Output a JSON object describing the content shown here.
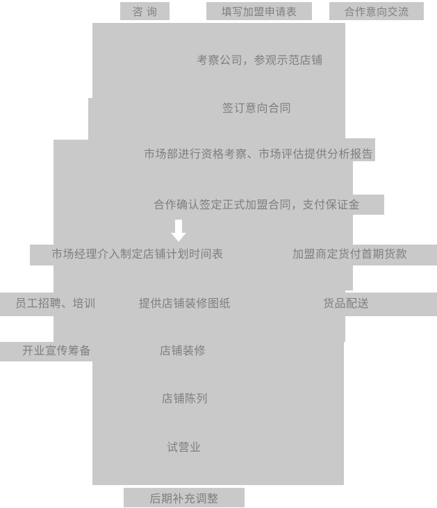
{
  "colors": {
    "block_gray": "#c9c9c9",
    "text_gray": "#7e7e7e",
    "arrow_white": "#ffffff"
  },
  "top_row": {
    "consult": "咨 询",
    "application_form": "填写加盟申请表",
    "intent_exchange": "合作意向交流"
  },
  "steps": {
    "inspect_company": "考察公司，参观示范店铺",
    "sign_intent_contract": "签订意向合同",
    "market_evaluation": "市场部进行资格考察、市场评估提供分析报告",
    "formal_contract_deposit": "合作确认签定正式加盟合同，支付保证金",
    "store_plan_schedule": "市场经理介入制定店铺计划时间表",
    "first_goods_payment": "加盟商定货付首期货款",
    "staff_recruit_training": "员工招聘、培训",
    "decoration_blueprint": "提供店铺装修图纸",
    "goods_delivery": "货品配送",
    "opening_publicity": "开业宣传筹备",
    "store_decoration": "店铺装修",
    "store_display": "店铺陈列",
    "trial_operation": "试营业",
    "later_adjustment": "后期补充调整"
  },
  "icons": {
    "down_arrow": "down-arrow"
  }
}
